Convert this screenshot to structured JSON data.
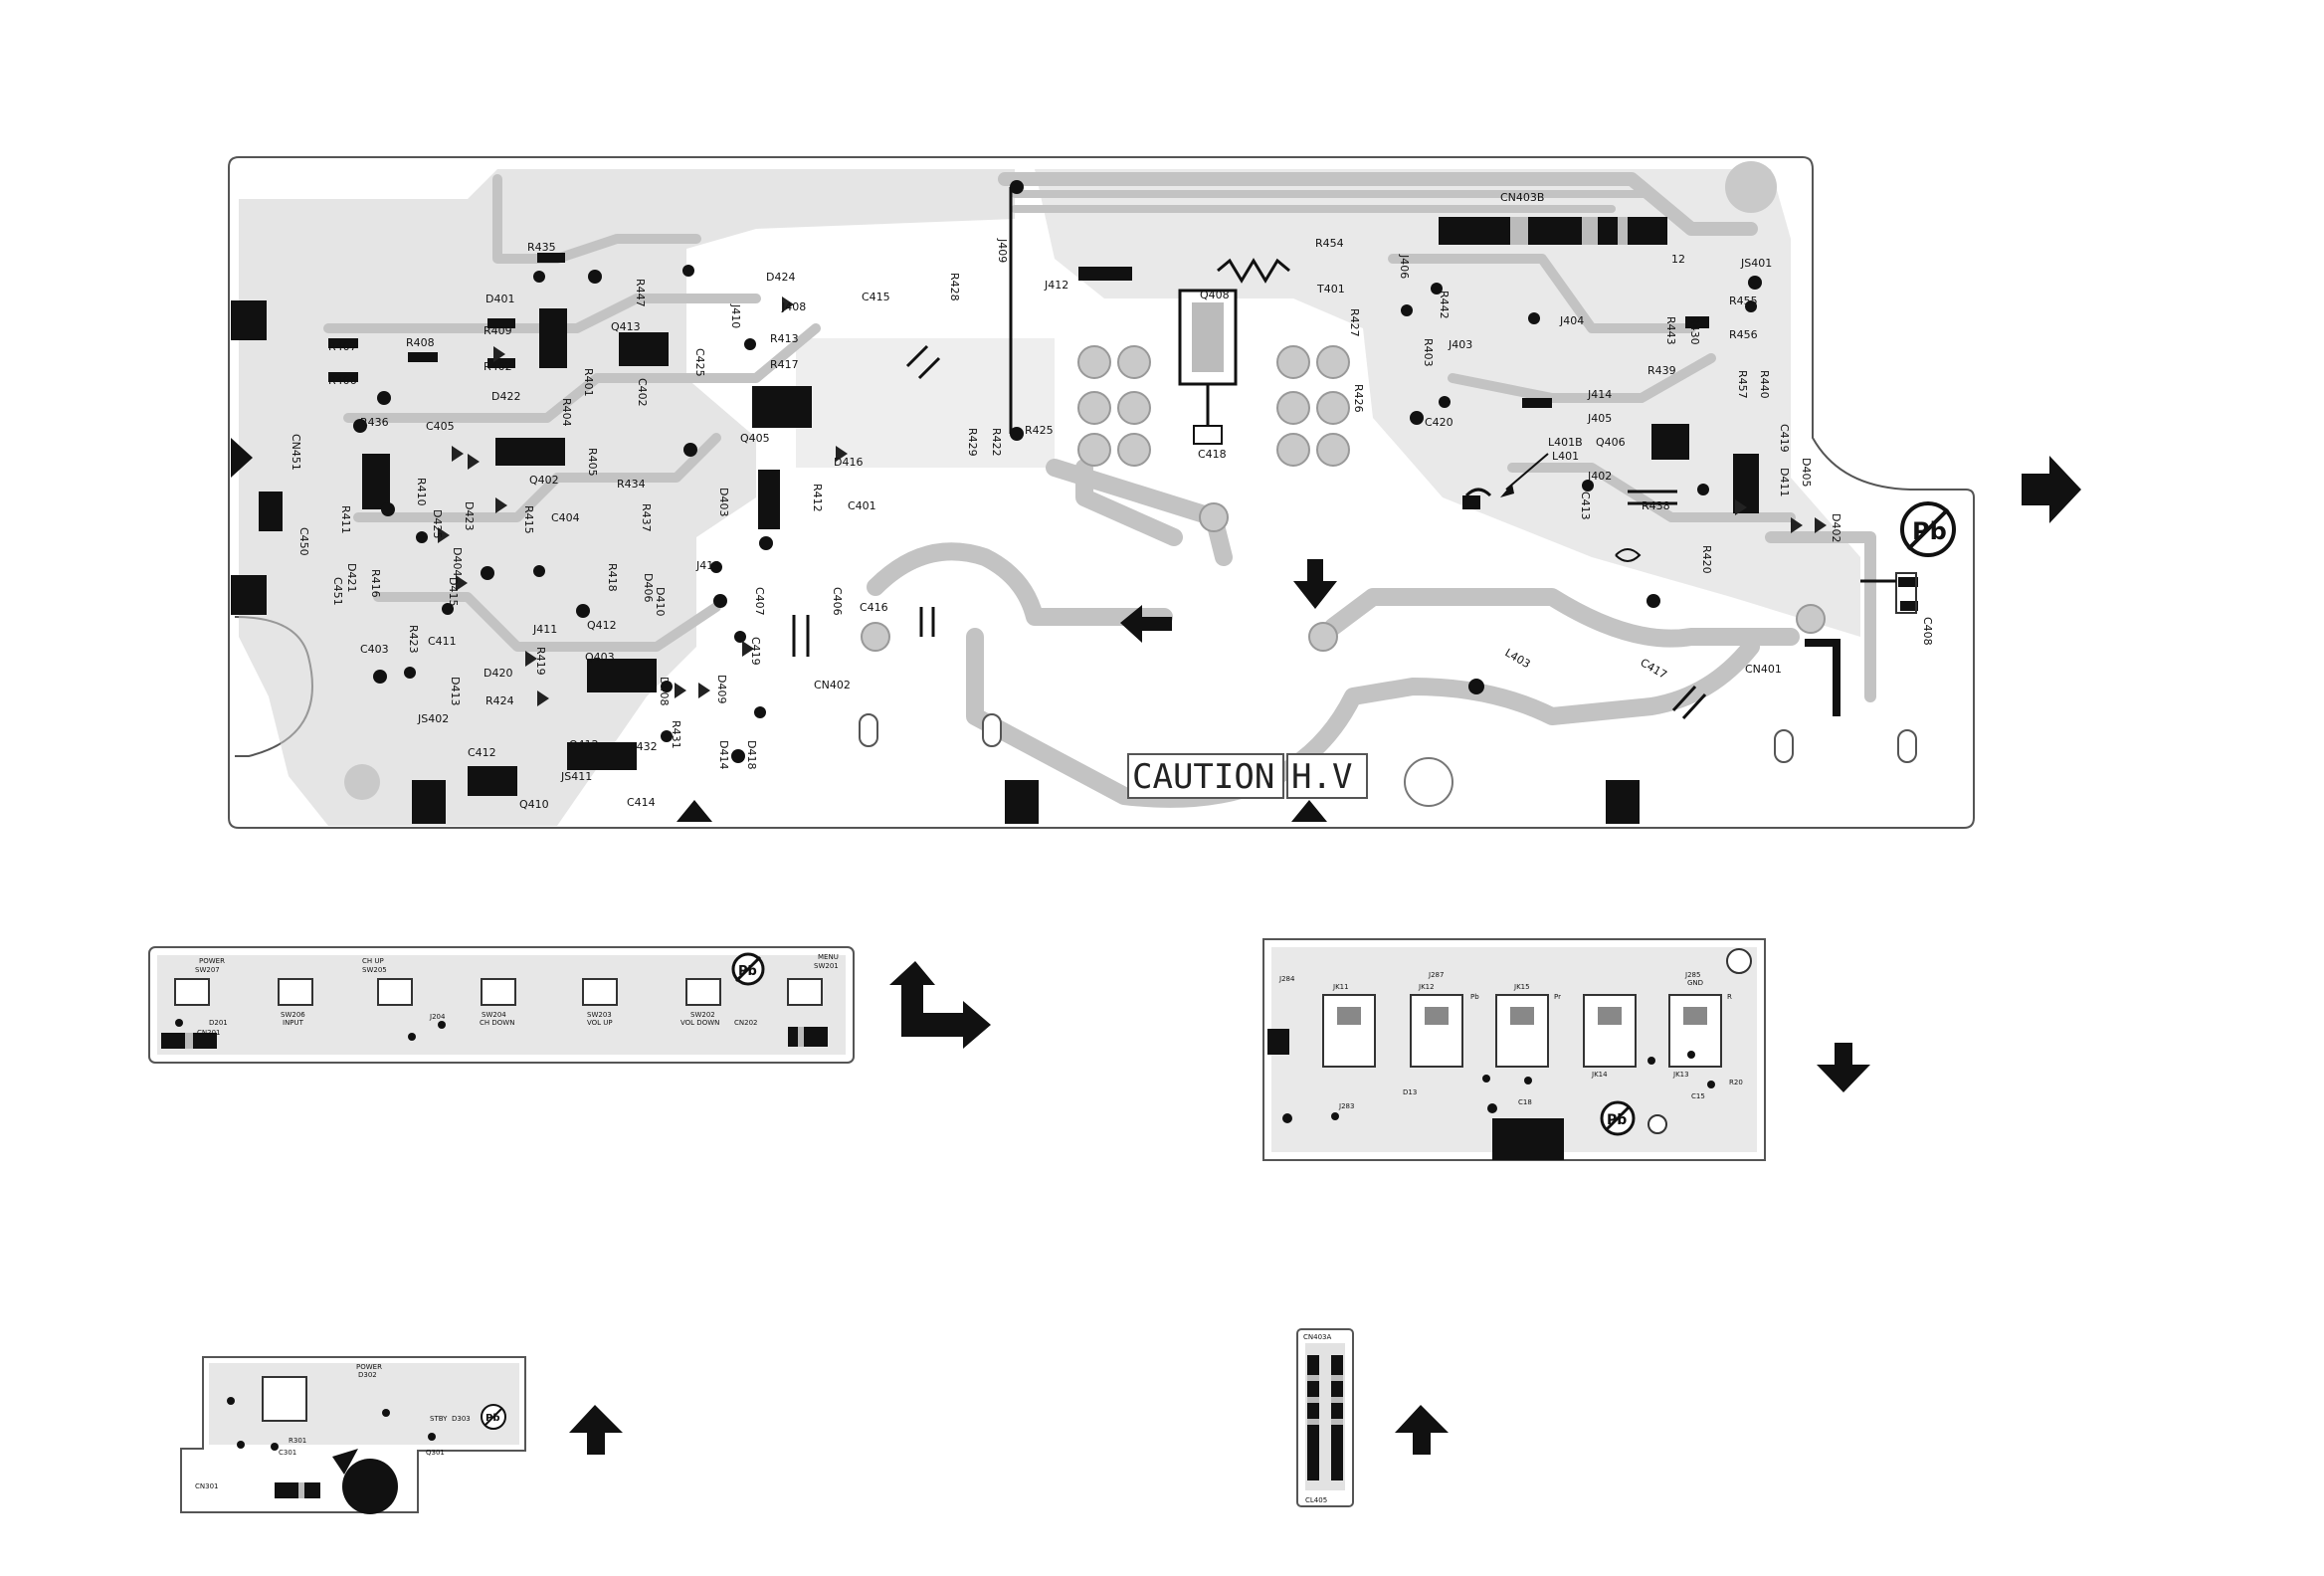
{
  "main_board": {
    "caution_label": "CAUTION",
    "hv_label": "H.V",
    "refs": {
      "cn403b": "CN403B",
      "r454": "R454",
      "t401": "T401",
      "q408": "Q408",
      "c418": "C418",
      "j412": "J412",
      "j409": "J409",
      "r428": "R428",
      "c415": "C415",
      "r425": "R425",
      "r429": "R429",
      "r422": "R422",
      "r435": "R435",
      "d401": "D401",
      "r407": "R407",
      "r408": "R408",
      "r406": "R406",
      "r409": "R409",
      "r402": "R402",
      "d422": "D422",
      "q413": "Q413",
      "r447": "R447",
      "c402": "C402",
      "c425": "C425",
      "d424": "D424",
      "j408": "J408",
      "r413": "R413",
      "r417": "R417",
      "j410": "J410",
      "q405": "Q405",
      "d416": "D416",
      "c401": "C401",
      "r412": "R412",
      "d403": "D403",
      "r434": "R434",
      "r437": "R437",
      "q402": "Q402",
      "r405": "R405",
      "r404": "R404",
      "r401": "R401",
      "c405": "C405",
      "r436": "R436",
      "cn451": "CN451",
      "c450": "C450",
      "r411": "R411",
      "r410": "R410",
      "d425": "D425",
      "d423": "D423",
      "c404": "C404",
      "r415": "R415",
      "d404": "D404",
      "d415": "D415",
      "r416": "R416",
      "r418": "R418",
      "d410": "D410",
      "d406": "D406",
      "c407": "C407",
      "j413": "J413",
      "q412": "Q412",
      "q403": "Q403",
      "j411": "J411",
      "r419": "R419",
      "d408": "D408",
      "d409": "D409",
      "c419": "C419",
      "r424": "R424",
      "d420": "D420",
      "c411": "C411",
      "c403": "C403",
      "d413": "D413",
      "r423": "R423",
      "js402": "JS402",
      "c412": "C412",
      "q412b": "Q412",
      "js411": "JS411",
      "r432": "R432",
      "r431": "R431",
      "d414": "D414",
      "d418": "D418",
      "c414": "C414",
      "q410": "Q410",
      "c406": "C406",
      "c416": "C416",
      "cn402": "CN402",
      "c451": "C451",
      "d421": "D421",
      "r427": "R427",
      "r426": "R426",
      "j406": "J406",
      "r403": "R403",
      "j403": "J403",
      "r442": "R442",
      "c420": "C420",
      "j404": "J404",
      "j414": "J414",
      "j405": "J405",
      "l401b": "L401B",
      "l401": "L401",
      "q406": "Q406",
      "j402": "J402",
      "c413": "C413",
      "r438": "R438",
      "r439": "R439",
      "r443": "R443",
      "r430": "R430",
      "js401": "JS401",
      "r455": "R455",
      "r456": "R456",
      "r457": "R457",
      "r440": "R440",
      "c419b": "C419",
      "d405": "D405",
      "d411": "D411",
      "d402": "D402",
      "r420": "R420",
      "c408": "C408",
      "cn401": "CN401",
      "c417": "C417",
      "l403": "L403",
      "pin12": "12"
    }
  },
  "button_board": {
    "power": "POWER",
    "sw207": "SW207",
    "ch_up": "CH UP",
    "sw205": "SW205",
    "sw206": "SW206",
    "input": "INPUT",
    "sw204": "SW204",
    "ch_down": "CH DOWN",
    "sw203": "SW203",
    "vol_up": "VOL UP",
    "sw202": "SW202",
    "vol_down": "VOL DOWN",
    "menu": "MENU",
    "sw201": "SW201",
    "cn201": "CN201",
    "cn202": "CN202",
    "d201": "D201",
    "j204": "J204"
  },
  "jack_board": {
    "jk11": "JK11",
    "jk12": "JK12",
    "jk13": "JK13",
    "jk14": "JK14",
    "jk15": "JK15",
    "pb": "Pb",
    "pr": "Pr",
    "r": "R",
    "j284": "J284",
    "j285": "J285",
    "gnd": "GND",
    "d13": "D13",
    "c15": "C15",
    "r20": "R20",
    "c18": "C18",
    "j283": "J283",
    "j287": "J287"
  },
  "power_led_board": {
    "power": "POWER",
    "d302": "D302",
    "stby": "STBY",
    "d303": "D303",
    "r301": "R301",
    "c301": "C301",
    "q301": "Q301",
    "cn301": "CN301"
  },
  "connector_board": {
    "cn403a": "CN403A",
    "cl405": "CL405"
  },
  "icons": [
    "pb-free-icon",
    "arrow-right-icon",
    "arrow-down-icon",
    "arrow-left-icon",
    "arrow-up-icon",
    "arrow-bend-icon",
    "arrow-triangle-icon"
  ],
  "colors": {
    "copper": "#c3c3c3",
    "pad": "#111111",
    "outline": "#555555"
  }
}
